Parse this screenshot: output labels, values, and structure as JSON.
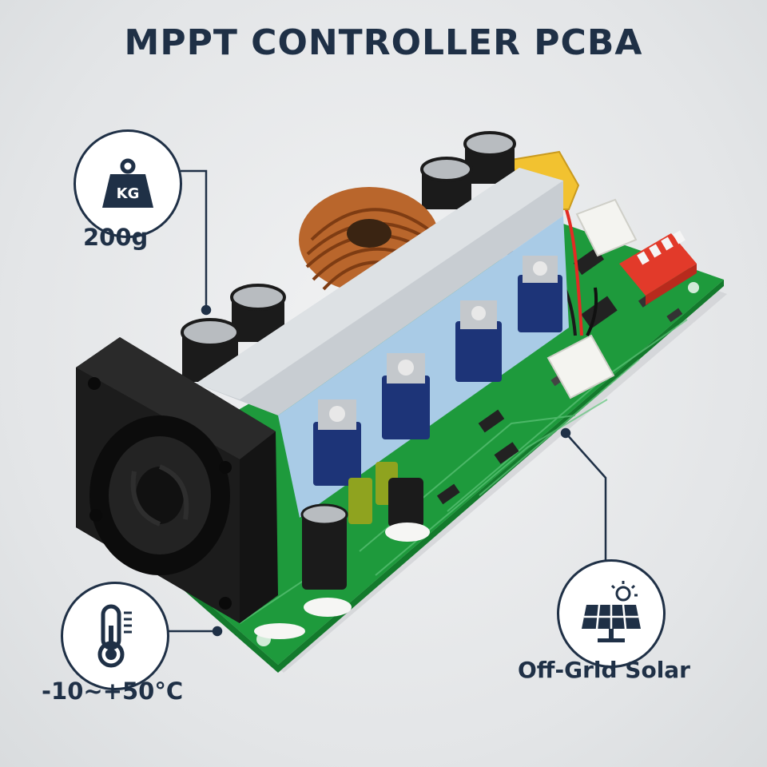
{
  "title": "MPPT CONTROLLER PCBA",
  "features": {
    "weight": {
      "label": "200g",
      "icon": "weight-icon",
      "icon_text": "KG"
    },
    "temperature": {
      "label": "-10~+50°C",
      "icon": "thermometer-icon"
    },
    "application": {
      "label": "Off-Grid Solar",
      "icon": "solar-panel-icon"
    }
  },
  "colors": {
    "text": "#1f3046",
    "pcb": "#1e9a3c",
    "heatsink": "#c8cdd2",
    "thermal_pad": "#a9cbe6",
    "dip_switch": "#e23a2a",
    "connector": "#f2c230"
  }
}
